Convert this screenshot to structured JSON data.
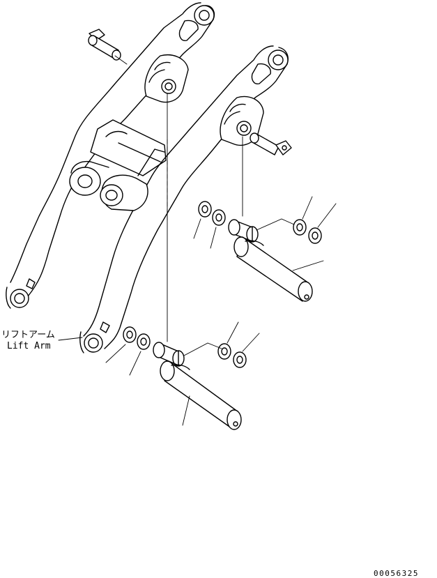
{
  "labels": {
    "part_name_jp": "リフトアーム",
    "part_name_en": "Lift Arm"
  },
  "drawing_number": "00056325"
}
